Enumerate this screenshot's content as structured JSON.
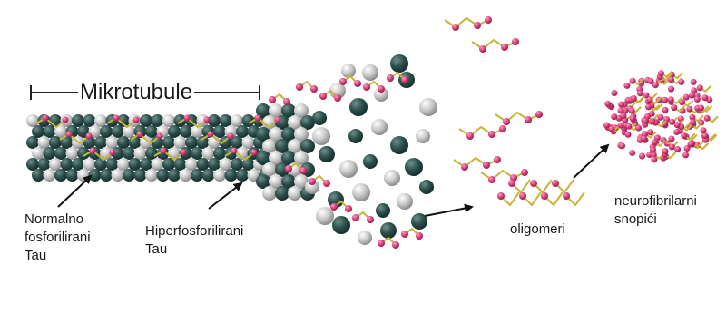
{
  "labels": {
    "microtubule": "Mikrotubule",
    "normal_tau": "Normalno\nfosforilirani\nTau",
    "hyper_tau": "Hiperfosforilirani\nTau",
    "oligomers": "oligomeri",
    "tangles": "neurofibrilarni\nsnopići"
  },
  "colors": {
    "tubulin_dark": "#2d4f4b",
    "tubulin_light": "#c9c9c9",
    "phosphate": "#d63b76",
    "tau_strand": "#c7b43a",
    "arrow": "#111111"
  }
}
